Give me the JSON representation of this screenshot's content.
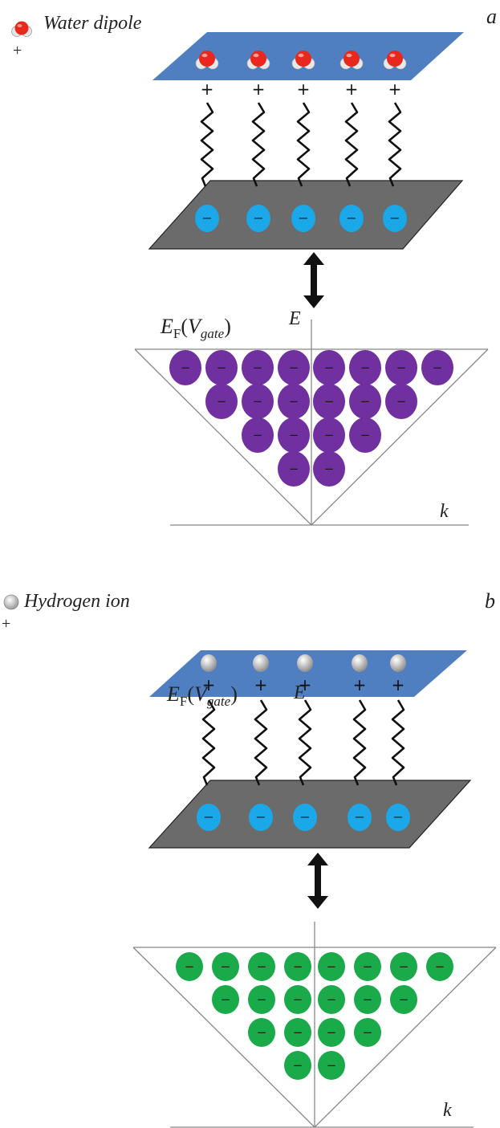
{
  "panels": [
    {
      "letter": "a",
      "legend_text": "Water dipole",
      "legend_sign": "+",
      "species": "water",
      "plus_sign": "+",
      "electron_sign": "−",
      "energy_axis_label": "E",
      "momentum_axis_label": "k",
      "fermi_label": {
        "main": "E",
        "sub": "F",
        "open": "(",
        "var": "V",
        "var_sub": "gate",
        "close": ")"
      },
      "filled_state_color": "#7030a0",
      "filled_rows": [
        8,
        6,
        4,
        2
      ]
    },
    {
      "letter": "b",
      "legend_text": "Hydrogen ion",
      "legend_sign": "+",
      "species": "hydrogen",
      "plus_sign": "+",
      "electron_sign": "−",
      "energy_axis_label": "E",
      "momentum_axis_label": "k",
      "fermi_label": {
        "main": "E",
        "sub": "F",
        "open": "(",
        "var": "V",
        "var_sub": "gate",
        "close": ")"
      },
      "filled_state_color": "#1aaa4a",
      "filled_rows": [
        8,
        6,
        4,
        2
      ]
    }
  ],
  "colors": {
    "top_plate": "#4f7fc1",
    "bottom_plate": "#6b6b6b",
    "surface_electron": "#1aa8e8",
    "water_red": "#e8281c",
    "arrow": "#111111"
  }
}
